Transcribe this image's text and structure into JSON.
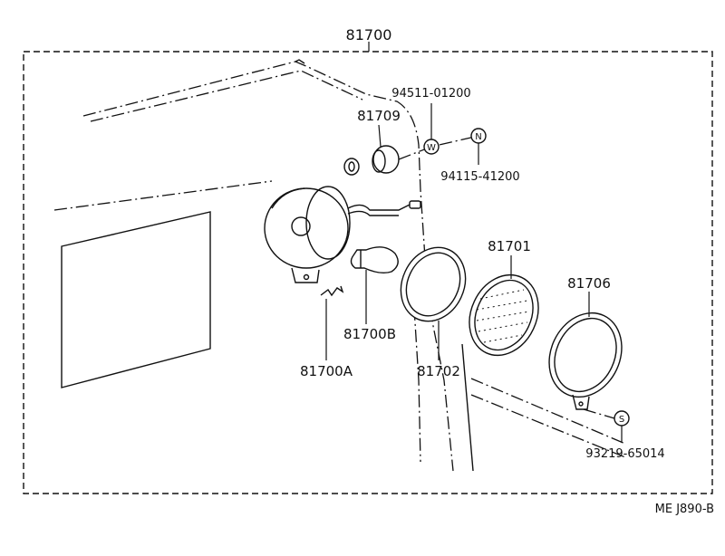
{
  "diagram": {
    "assembly_label": "81700",
    "figure_code": "ME J890-B",
    "parts": {
      "screw_a": "94511-01200",
      "bolt_w_symbol": "W",
      "nut_n_symbol": "N",
      "nut_b": "94115-41200",
      "grommet": "81709",
      "bulb": "81700B",
      "wire_clip": "81700A",
      "gasket": "81702",
      "lens": "81701",
      "rim": "81706",
      "screw_s_symbol": "S",
      "screw_c": "93219-65014"
    }
  }
}
